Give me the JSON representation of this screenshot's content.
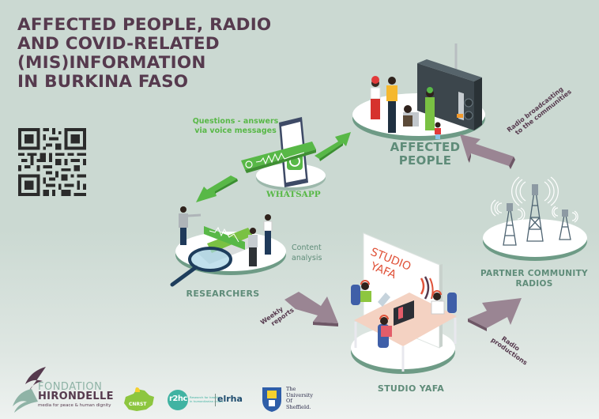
{
  "title": {
    "lines": [
      "AFFECTED PEOPLE, RADIO",
      "AND COVID-RELATED",
      "(MIS)INFORMATION",
      "IN BURKINA FASO"
    ]
  },
  "colors": {
    "background": "#cbd9d2",
    "title": "#563a4e",
    "node_label": "#5f8c79",
    "whatsapp_green": "#58b847",
    "arrow_purple": "#9a8593",
    "platform": "#ffffff",
    "platform_edge": "#5f8c79"
  },
  "qr_code": {
    "icon": "qr-code-icon"
  },
  "nodes": {
    "affected_people": {
      "label_line1": "AFFECTED",
      "label_line2": "PEOPLE"
    },
    "whatsapp": {
      "label": "WHATSAPP",
      "caption_line1": "Questions - answers",
      "caption_line2": "via voice messages"
    },
    "researchers": {
      "label": "RESEARCHERS",
      "caption_line1": "Content",
      "caption_line2": "analysis"
    },
    "studio_yafa": {
      "label": "STUDIO YAFA",
      "sign_line1": "STUDIO",
      "sign_line2": "YAFA"
    },
    "partner_radios": {
      "label_line1": "PARTNER COMMUNITY",
      "label_line2": "RADIOS"
    }
  },
  "flows": {
    "radio_broadcasting": {
      "line1": "Radio broadcasting",
      "line2": "to the communities"
    },
    "weekly_reports": {
      "line1": "Weekly",
      "line2": "reports"
    },
    "radio_productions": {
      "line1": "Radio",
      "line2": "productions"
    }
  },
  "logos": {
    "fondation_line1": "FONDATION",
    "fondation_line2": "HIRONDELLE",
    "fondation_tagline": "media for peace & human dignity",
    "cnrst": "CNRST",
    "r2hc": "r2hc",
    "r2hc_tagline_line1": "Research for health",
    "r2hc_tagline_line2": "in humanitarian crises",
    "elrha": "elrha",
    "sheffield_line1": "The",
    "sheffield_line2": "University",
    "sheffield_line3": "Of",
    "sheffield_line4": "Sheffield."
  }
}
